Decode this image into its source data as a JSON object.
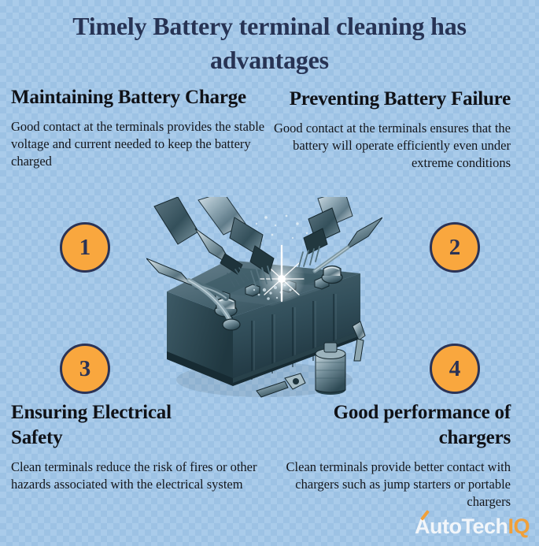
{
  "title": "Timely Battery terminal cleaning has advantages",
  "colors": {
    "background_light": "#a9cbea",
    "background_dark": "#9dc2e4",
    "title_text": "#273354",
    "heading_text": "#101217",
    "body_text": "#14161b",
    "badge_fill": "#f9a73e",
    "badge_border": "#2b3356",
    "badge_number": "#2b3356",
    "logo_main": "#f2f6fa",
    "logo_accent": "#f0a03a",
    "illustration_ink": "#2c4450"
  },
  "quadrants": [
    {
      "heading": "Maintaining Battery Charge",
      "body": "Good contact at the terminals provides the stable voltage and current needed to keep the battery charged",
      "badge": "1"
    },
    {
      "heading": "Preventing Battery Failure",
      "body": "Good contact at the terminals ensures that the battery will operate efficiently even under extreme conditions",
      "badge": "2"
    },
    {
      "heading": "Ensuring Electrical Safety",
      "body": "Clean terminals reduce the risk of fires or other hazards associated with the electrical system",
      "badge": "3"
    },
    {
      "heading": "Good performance of chargers",
      "body": "Clean terminals provide better contact with chargers such as jump starters or portable chargers",
      "badge": "4"
    }
  ],
  "illustration": {
    "name": "car-battery-terminal-cleaning-illustration",
    "description": "Monochrome engraving style illustration of a car battery being cleaned with brushes and sparks"
  },
  "logo": {
    "main": "AutoTech",
    "accent": "IQ"
  }
}
